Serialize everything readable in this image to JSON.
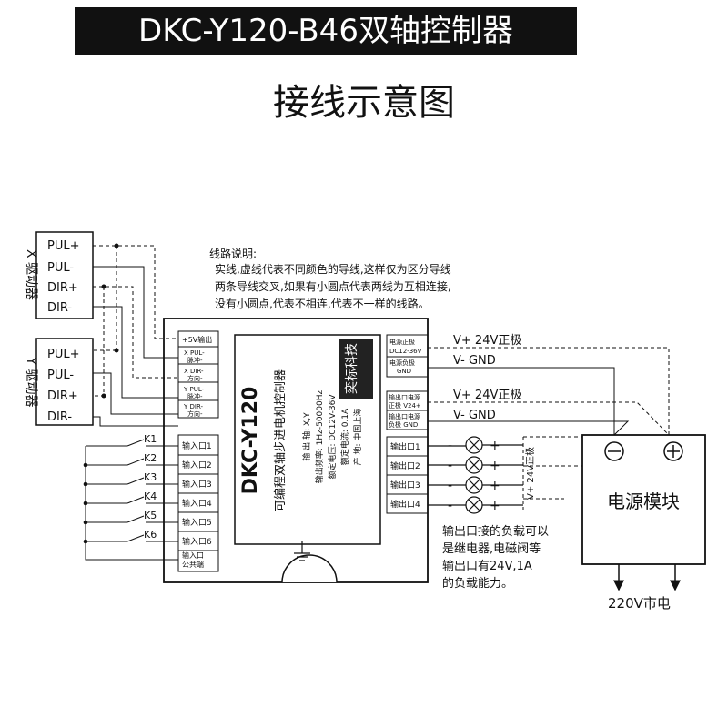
{
  "title": "DKC-Y120-B46双轴控制器",
  "subtitle": "接线示意图",
  "drivers": {
    "x": {
      "label": "X 驱动器",
      "terms": [
        "PUL+",
        "PUL-",
        "DIR+",
        "DIR-"
      ]
    },
    "y": {
      "label": "Y 驱动器",
      "terms": [
        "PUL+",
        "PUL-",
        "DIR+",
        "DIR-"
      ]
    }
  },
  "notes": {
    "heading": "线路说明:",
    "lines": [
      "实线,虚线代表不同颜色的导线,这样仅为区分导线",
      "两条导线交叉,如果有小圆点代表两线为互相连接,",
      "没有小圆点,代表不相连,代表不一样的线路。"
    ]
  },
  "controller": {
    "model": "DKC-Y120",
    "desc": "可编程双轴步进电机控制器",
    "specs": [
      "输 出 轴: X,Y",
      "输出频率: 1Hz-50000Hz",
      "额定电压: DC12V-36V",
      "额定电流: 0.1A",
      "产    地: 中国上海"
    ],
    "stamp": "奕标科技",
    "left_terms": [
      [
        "+5V输出"
      ],
      [
        "X PUL-",
        "脉冲-"
      ],
      [
        "X DIR-",
        "方向-"
      ],
      [
        "Y PUL-",
        "脉冲-"
      ],
      [
        "Y DIR-",
        "方向-"
      ],
      [
        "输入口1"
      ],
      [
        "输入口2"
      ],
      [
        "输入口3"
      ],
      [
        "输入口4"
      ],
      [
        "输入口5"
      ],
      [
        "输入口6"
      ],
      [
        "输入口",
        "公共端"
      ]
    ],
    "right_terms": [
      [
        "电源正极",
        "DC12-36V"
      ],
      [
        "电源负极",
        "GND"
      ],
      [
        "输出口电源",
        "正极 V24+"
      ],
      [
        "输出口电源",
        "负极 GND"
      ],
      [
        "输出口1"
      ],
      [
        "输出口2"
      ],
      [
        "输出口3"
      ],
      [
        "输出口4"
      ]
    ]
  },
  "switches": [
    "K1",
    "K2",
    "K3",
    "K4",
    "K5",
    "K6"
  ],
  "power_labels": [
    "V+ 24V正极",
    "V-  GND",
    "V+ 24V正极",
    "V-  GND"
  ],
  "load_vertical_label": "V+ 24V正极",
  "load_notes": [
    "输出口接的负载可以",
    "是继电器,电磁阀等",
    "输出口有24V,1A",
    "的负载能力。"
  ],
  "power_module": {
    "label": "电源模块",
    "mains": "220V市电"
  }
}
